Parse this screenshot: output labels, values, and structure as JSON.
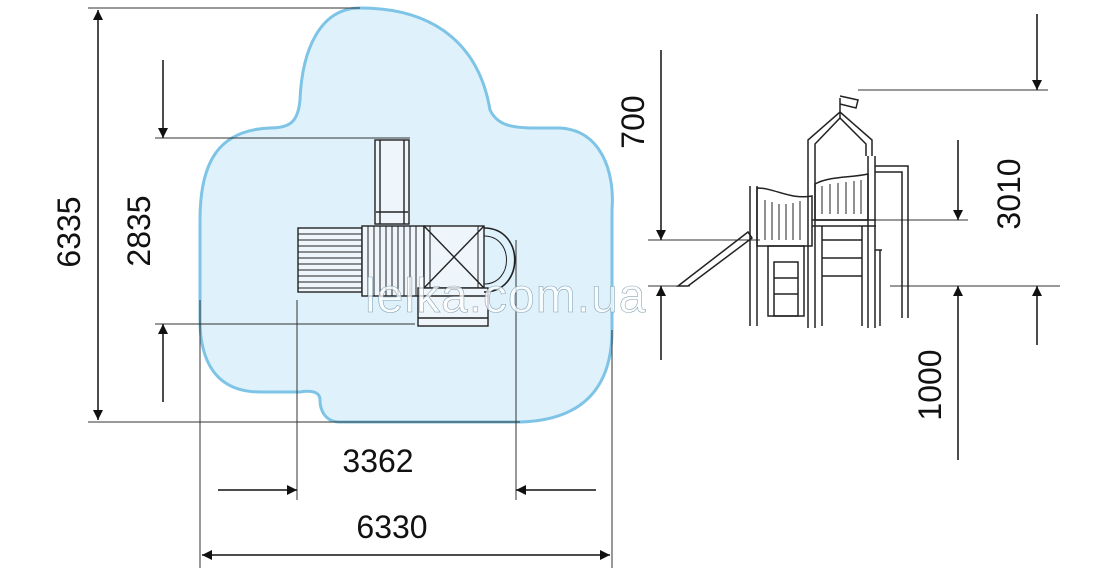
{
  "watermark": "lelka.com.ua",
  "colors": {
    "zone_fill": "#dff1fb",
    "zone_stroke": "#7ec4e6",
    "line": "#222222",
    "text": "#111111"
  },
  "plan_view": {
    "total_height_label": "6335",
    "structure_depth_label": "2835",
    "structure_width_label": "3362",
    "total_width_label": "6330"
  },
  "side_view": {
    "platform_height_label": "700",
    "top_height_label": "3010",
    "deck_height_label": "1000"
  }
}
